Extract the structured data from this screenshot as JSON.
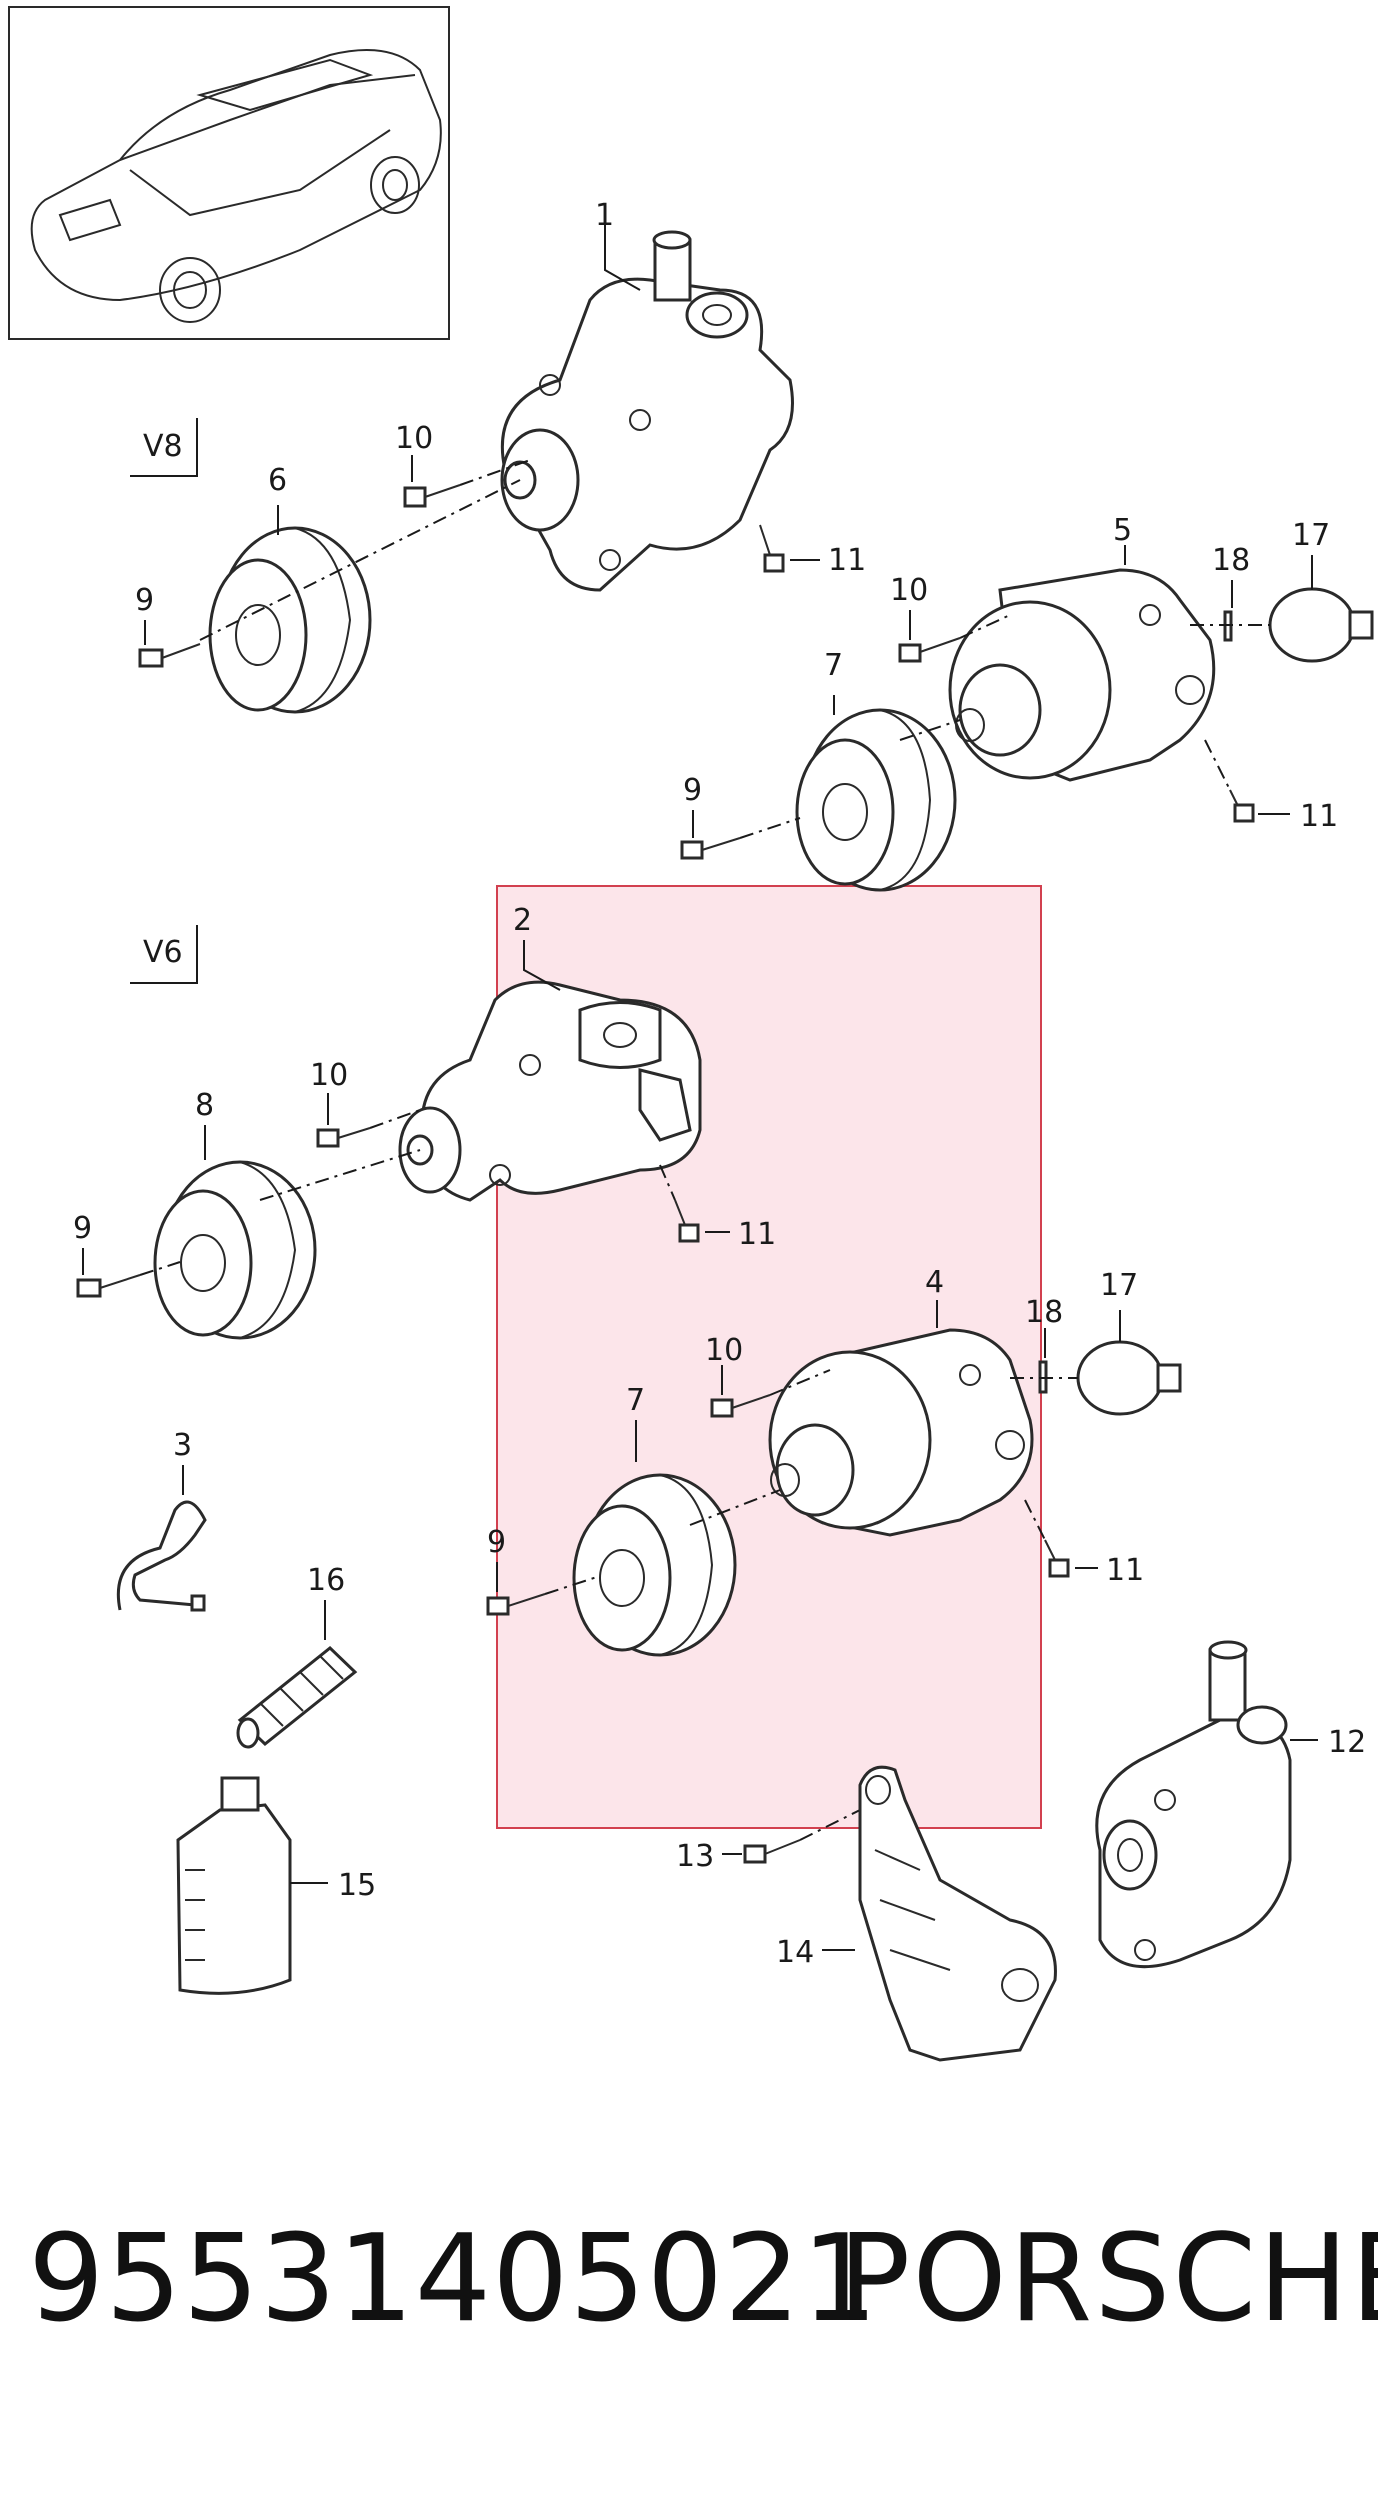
{
  "variant_labels": {
    "v8": "V8",
    "v6": "V6"
  },
  "callouts": {
    "c1": "1",
    "c2": "2",
    "c3": "3",
    "c4": "4",
    "c5": "5",
    "c6": "6",
    "c7a": "7",
    "c7b": "7",
    "c8": "8",
    "c9a": "9",
    "c9b": "9",
    "c9c": "9",
    "c9d": "9",
    "c10a": "10",
    "c10b": "10",
    "c10c": "10",
    "c10d": "10",
    "c11a": "11",
    "c11b": "11",
    "c11c": "11",
    "c11d": "11",
    "c12": "12",
    "c13": "13",
    "c14": "14",
    "c15": "15",
    "c16": "16",
    "c17a": "17",
    "c17b": "17",
    "c18a": "18",
    "c18b": "18"
  },
  "highlight": {
    "color": "#fce0e6",
    "border": "#d2404f"
  },
  "footer": {
    "part_number": "95531405021",
    "brand": "PORSCHE"
  }
}
